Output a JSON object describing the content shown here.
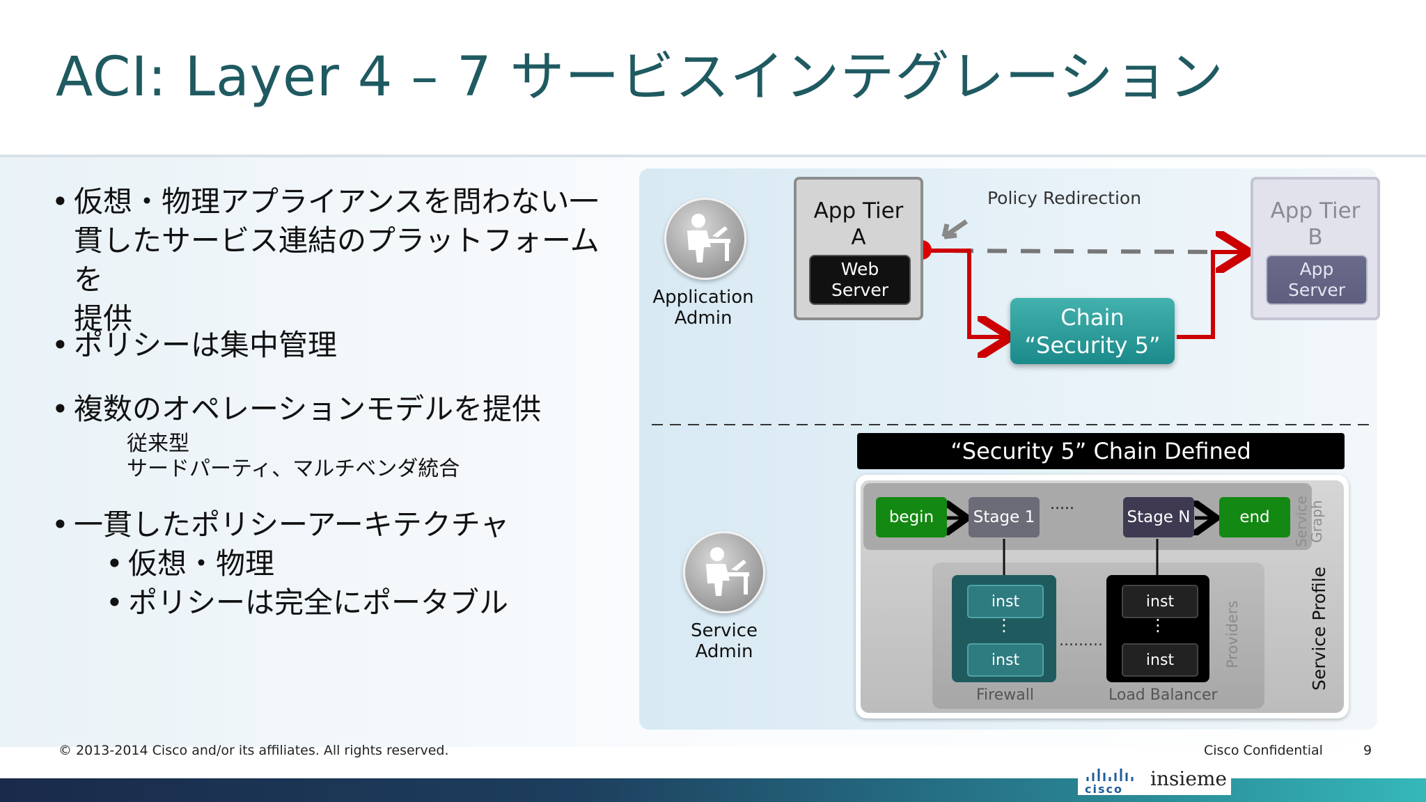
{
  "title": "ACI: Layer 4 – 7 サービスインテグレーション",
  "bullets": [
    {
      "text": "仮想・物理アプライアンスを問わない一\n貫したサービス連結のプラットフォームを\n提供"
    },
    {
      "text": "ポリシーは集中管理"
    },
    {
      "text": "複数のオペレーションモデルを提供",
      "sub": [
        "従来型",
        "サードパーティ、マルチベンダ統合"
      ]
    },
    {
      "text": "一貫したポリシーアーキテクチャ",
      "sub": [
        "仮想・物理",
        "ポリシーは完全にポータブル"
      ]
    }
  ],
  "bullet_glyph": "•",
  "diagram": {
    "app_admin_label": "Application\nAdmin",
    "service_admin_label": "Service\nAdmin",
    "app_tier_a": {
      "name": "App Tier\nA",
      "server": "Web\nServer"
    },
    "app_tier_b": {
      "name": "App Tier\nB",
      "server": "App\nServer"
    },
    "policy_redirection": "Policy Redirection",
    "chain_line1": "Chain",
    "chain_line2": "“Security 5”",
    "chain_defined_header": "“Security 5” Chain Defined",
    "graph_nodes": {
      "begin": "begin",
      "stage1": "Stage 1",
      "stageN": "Stage N",
      "end": "end"
    },
    "graph_ellipsis": ".....",
    "service_graph_label": "Service\nGraph",
    "inst_label": "inst",
    "inst_vdots": "⋮",
    "provider_ellipsis": ".........",
    "firewall_label": "Firewall",
    "load_balancer_label": "Load Balancer",
    "providers_label": "Providers",
    "service_profile_label": "Service Profile",
    "colors": {
      "redirect_arrow": "#cc0000",
      "chain": "#2a9d9b",
      "node_green": "#138812"
    }
  },
  "footer": {
    "copyright": "© 2013-2014  Cisco and/or its affiliates. All rights reserved.",
    "confidential": "Cisco Confidential",
    "page_number": "9",
    "cisco_logo": "cisco",
    "insieme_logo": "insieme"
  }
}
